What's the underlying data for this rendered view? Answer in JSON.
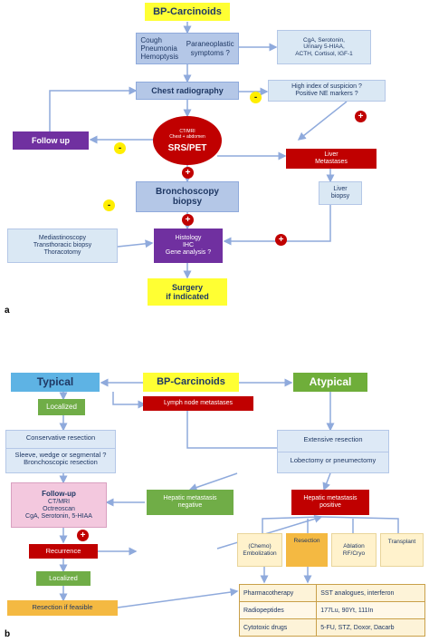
{
  "panel_a": {
    "label": "a",
    "title": "BP-Carcinoids",
    "symptoms": {
      "left": [
        "Cough",
        "Pneumonia",
        "Hemoptysis"
      ],
      "right": [
        "Paraneoplastic",
        "symptoms ?"
      ]
    },
    "markers": [
      "CgA, Serotonin,",
      "Urinary 5-HIAA,",
      "ACTH, Cortisol, IGF-1"
    ],
    "chest_radiography": "Chest radiography",
    "suspicion": [
      "High index of suspicion ?",
      "Positive NE markers ?"
    ],
    "follow_up": "Follow up",
    "ct": [
      "CT/MRI",
      "Chest + abdomen"
    ],
    "srs": "SRS/PET",
    "liver_metastases": [
      "Liver",
      "Metastases"
    ],
    "bronchoscopy": [
      "Bronchoscopy",
      "biopsy"
    ],
    "liver_biopsy": [
      "Liver",
      "biopsy"
    ],
    "mediastinoscopy": [
      "Mediastinoscopy",
      "Transthoracic biopsy",
      "Thoracotomy"
    ],
    "histology": [
      "Histology",
      "IHC",
      "Gene analysis ?"
    ],
    "surgery": [
      "Surgery",
      "if indicated"
    ],
    "signs": {
      "plus": "+",
      "minus": "-"
    }
  },
  "panel_b": {
    "label": "b",
    "typical": "Typical",
    "title": "BP-Carcinoids",
    "atypical": "Atypical",
    "localized": "Localized",
    "lymph_node": "Lymph node metastases",
    "conservative": "Conservative resection",
    "sleeve": [
      "Sleeve, wedge or segmental ?",
      "Bronchoscopic resection"
    ],
    "extensive": "Extensive resection",
    "lobectomy": "Lobectomy or pneumectomy",
    "follow_up": [
      "Follow-up",
      "CT/MRI",
      "Octreoscan",
      "CgA, Serotonin, 5-HIAA"
    ],
    "hepatic_negative": [
      "Hepatic metastasis",
      "negative"
    ],
    "hepatic_positive": [
      "Hepatic metastasis",
      "positive"
    ],
    "recurrence": "Recurrence",
    "localized2": "Localized",
    "resection_feasible": "Resection if feasible",
    "chemo": [
      "(Chemo)",
      "Embolization"
    ],
    "resection": "Resection",
    "ablation": [
      "Ablation",
      "RF/Cryo"
    ],
    "transplant": "Transplant",
    "therapy_table": [
      [
        "Pharmacotherapy",
        "SST analogues, interferon"
      ],
      [
        "Radiopeptides",
        "177Lu, 90Yt, 111In"
      ],
      [
        "Cytotoxic drugs",
        "5-FU, STZ, Doxor, Dacarb"
      ]
    ],
    "plus": "+"
  },
  "colors": {
    "yellow": "#ffff33",
    "blue": "#b4c7e7",
    "purple": "#7030a0",
    "red": "#c00000",
    "green": "#70ad47",
    "orange": "#f4b942",
    "pink": "#f3c8de",
    "arrow": "#8faadc"
  }
}
